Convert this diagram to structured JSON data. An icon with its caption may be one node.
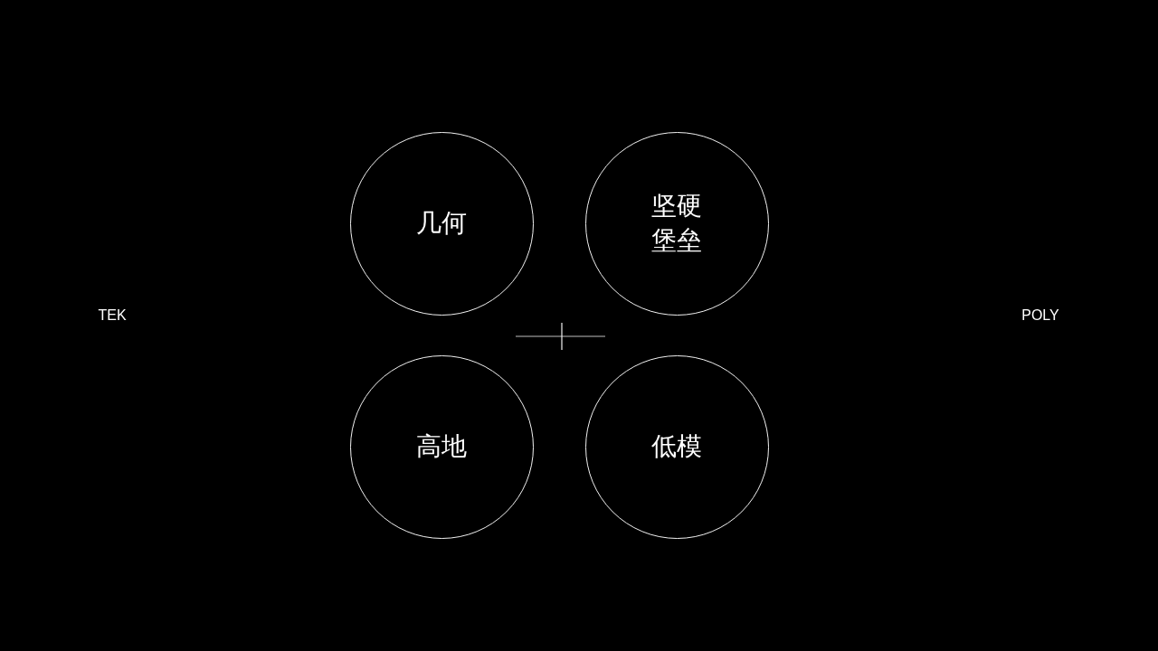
{
  "diagram": {
    "nodes": [
      {
        "text": [
          "几何"
        ]
      },
      {
        "text": [
          "坚硬堡垒"
        ]
      },
      {
        "text": [
          "高地"
        ]
      },
      {
        "text": [
          "低模"
        ]
      }
    ],
    "labels": [
      "TEK",
      "POLY"
    ]
  }
}
